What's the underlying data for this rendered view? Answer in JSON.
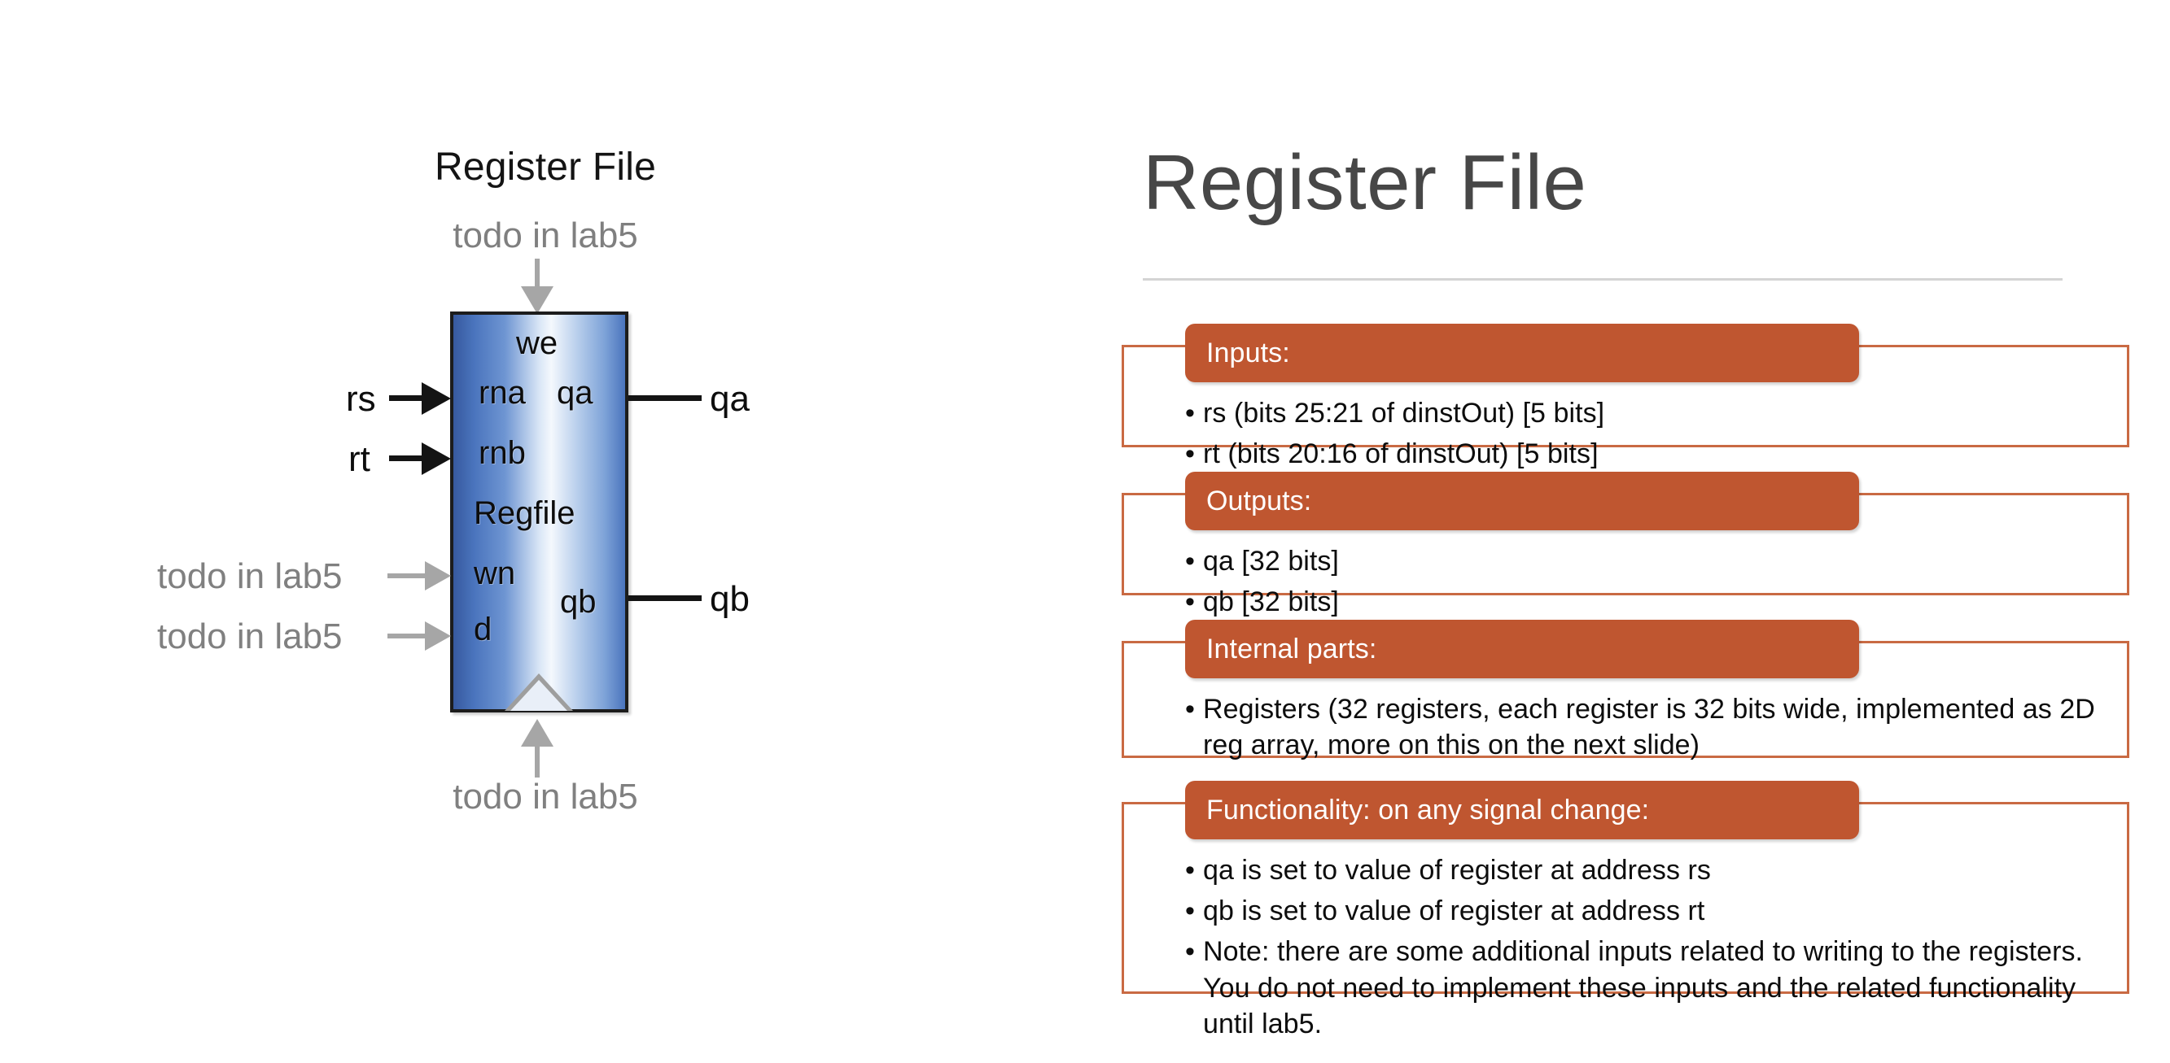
{
  "diagram": {
    "title": "Register File",
    "clock_top_label": "todo in lab5",
    "clock_bottom_label": "todo in lab5",
    "block_name": "Regfile",
    "ports": {
      "we": "we",
      "rna": "rna",
      "rnb": "rnb",
      "wn": "wn",
      "d": "d",
      "qa": "qa",
      "qb": "qb"
    },
    "inputs": [
      {
        "label": "rs",
        "style": "black"
      },
      {
        "label": "rt",
        "style": "black"
      },
      {
        "label": "todo in lab5",
        "style": "gray"
      },
      {
        "label": "todo in lab5",
        "style": "gray"
      }
    ],
    "outputs": [
      {
        "label": "qa"
      },
      {
        "label": "qb"
      }
    ]
  },
  "slide": {
    "title": "Register File",
    "accent_color": "#BF5630",
    "frame_color": "#C96A43",
    "bullet_glyph": "•",
    "sections": [
      {
        "id": "inputs",
        "header": "Inputs:",
        "bullets": [
          "rs (bits 25:21 of dinstOut) [5 bits]",
          "rt (bits 20:16 of dinstOut) [5 bits]"
        ]
      },
      {
        "id": "outputs",
        "header": "Outputs:",
        "bullets": [
          "qa [32 bits]",
          "qb [32 bits]"
        ]
      },
      {
        "id": "internal",
        "header": "Internal parts:",
        "bullets": [
          "Registers (32 registers, each register is 32 bits wide, implemented as 2D reg array, more on this on the next slide)"
        ]
      },
      {
        "id": "functionality",
        "header": "Functionality: on any signal change:",
        "bullets": [
          "qa is set to value of register at address rs",
          "qb is set to value of register at address rt",
          "Note: there are some additional inputs related to writing to the registers. You do not need to implement these inputs and the related functionality until lab5."
        ]
      }
    ]
  }
}
